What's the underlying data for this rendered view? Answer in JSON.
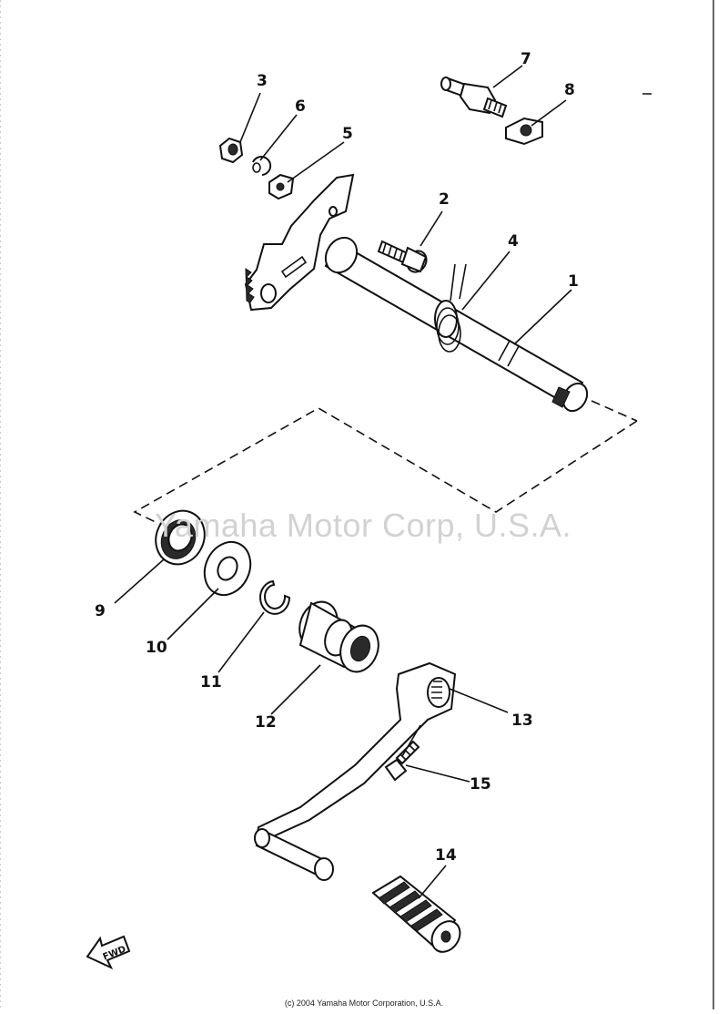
{
  "diagram": {
    "callouts": [
      "1",
      "2",
      "3",
      "4",
      "5",
      "6",
      "7",
      "8",
      "9",
      "10",
      "11",
      "12",
      "13",
      "14",
      "15"
    ],
    "watermark": "Yamaha Motor Corp, U.S.A.",
    "fwd_label": "FWD",
    "copyright": "(c) 2004 Yamaha Motor Corporation, U.S.A."
  }
}
